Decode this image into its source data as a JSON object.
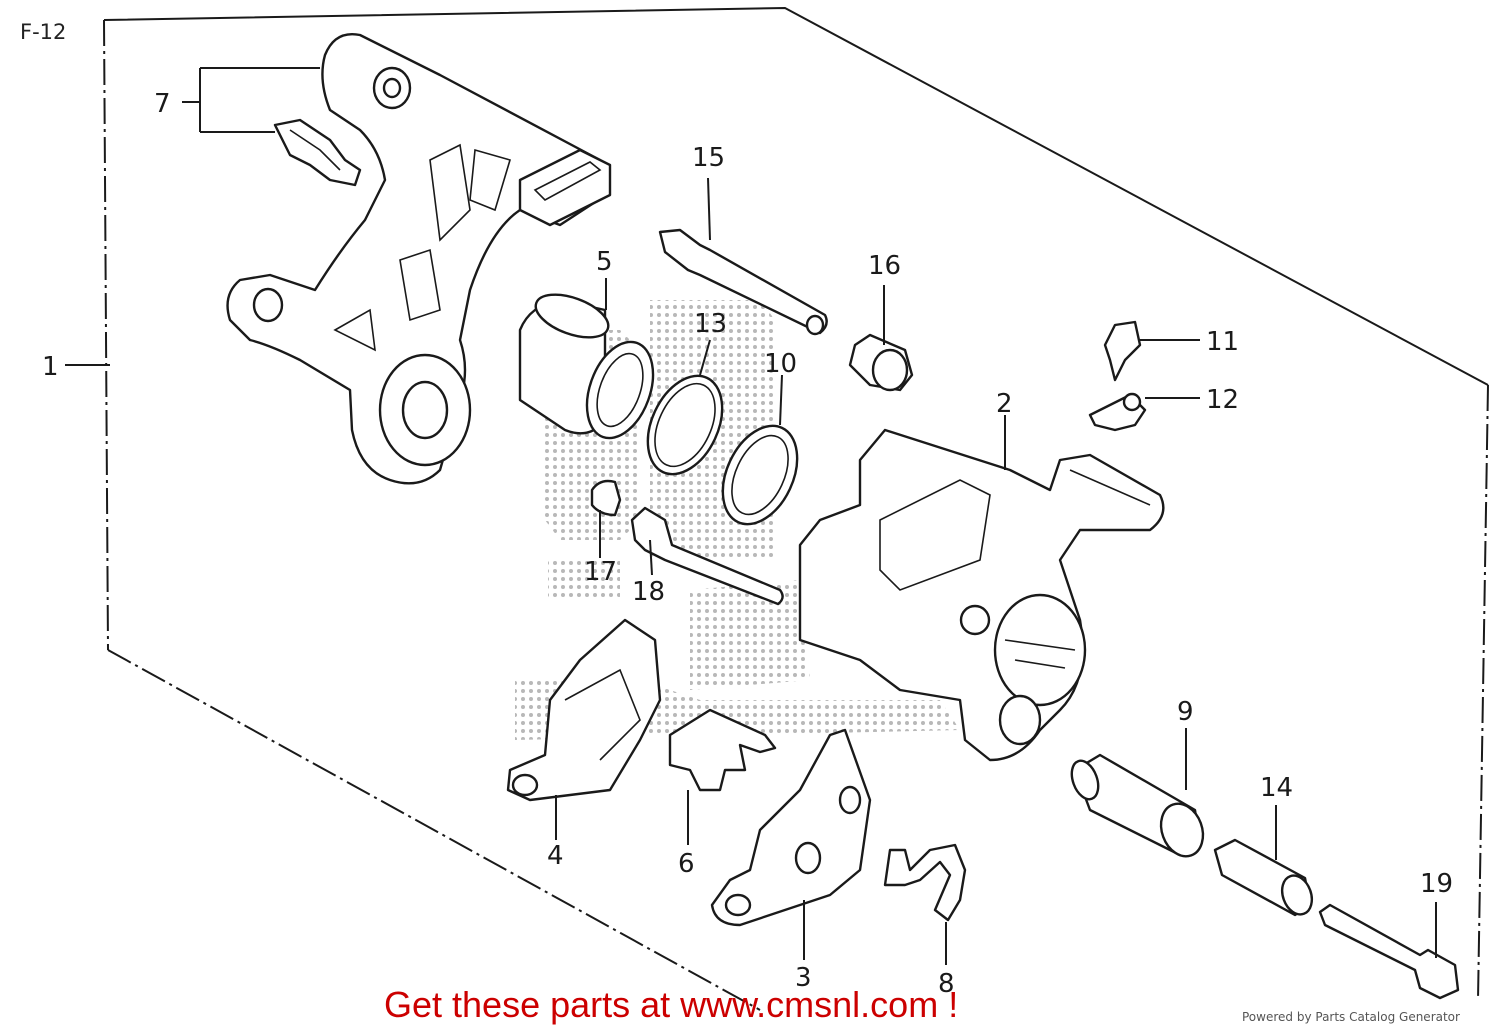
{
  "page_label": "F-12",
  "callouts": {
    "c1": "1",
    "c2": "2",
    "c3": "3",
    "c4": "4",
    "c5": "5",
    "c6": "6",
    "c7": "7",
    "c8": "8",
    "c9": "9",
    "c10": "10",
    "c11": "11",
    "c12": "12",
    "c13": "13",
    "c14": "14",
    "c15": "15",
    "c16": "16",
    "c17": "17",
    "c18": "18",
    "c19": "19"
  },
  "footer": {
    "cta": "Get these parts at www.cmsnl.com !",
    "powered_by": "Powered by Parts Catalog Generator"
  },
  "colors": {
    "cta": "#cc0000",
    "line": "#1a1a1a",
    "watermark": "#b8b8b8"
  }
}
